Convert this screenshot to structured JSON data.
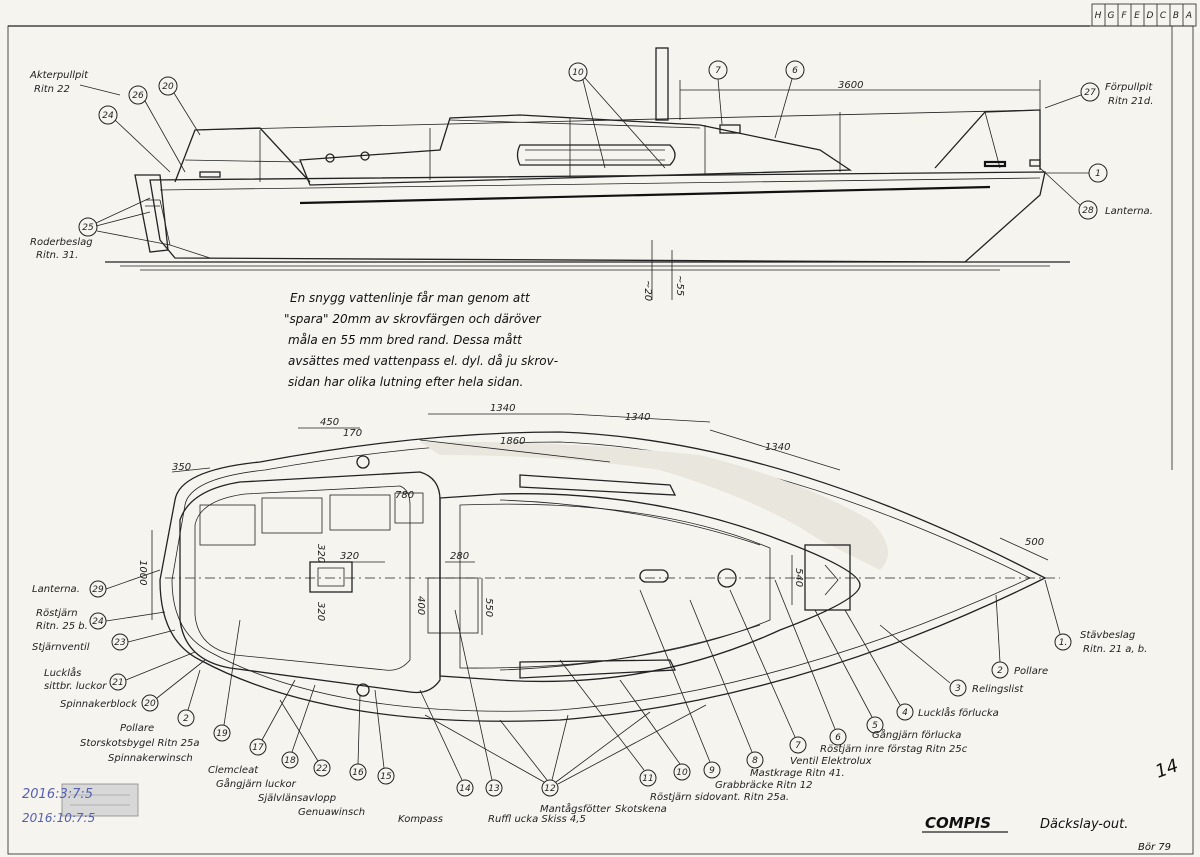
{
  "sheet": {
    "revision_letters": [
      "A",
      "B",
      "C",
      "D",
      "E",
      "F",
      "G",
      "H"
    ],
    "title": "COMPIS",
    "subtitle": "Däckslay-out.",
    "signature": "Bör 79",
    "page_mark": "14",
    "archive_stamp_1": "2016:3:7:5",
    "archive_stamp_2": "2016:10:7:5"
  },
  "note": {
    "lines": [
      "En snygg vattenlinje får man genom att",
      "\"spara\" 20mm av skrovfärgen och däröver",
      "måla en 55 mm bred rand. Dessa mått",
      "avsättes med vattenpass el. dyl. då ju skrov-",
      "sidan har olika lutning efter hela sidan."
    ]
  },
  "side_view": {
    "labels": {
      "akterpullpit": [
        "Akterpullpit",
        "Ritn 22"
      ],
      "forpullpit": [
        "Förpullpit",
        "Ritn 21d."
      ],
      "roderbeslag": [
        "Roderbeslag",
        "Ritn. 31."
      ],
      "lanterna": "Lanterna."
    },
    "dims": {
      "d3600": "3600",
      "d20": "~20",
      "d55": "~55"
    },
    "callouts": [
      "26",
      "20",
      "24",
      "25",
      "10",
      "7",
      "6",
      "27",
      "1",
      "28"
    ]
  },
  "plan_view": {
    "dims": {
      "d350": "350",
      "d450": "450",
      "d170": "170",
      "d1340a": "1340",
      "d1340b": "1340",
      "d1860": "1860",
      "d1340c": "1340",
      "d780": "780",
      "d500": "500",
      "d1000": "1000",
      "d320a": "320",
      "d320b": "320",
      "d320c": "320",
      "d280": "280",
      "d400": "400",
      "d550": "550",
      "d540": "540"
    },
    "left_labels": [
      {
        "num": "29",
        "text": [
          "Lanterna."
        ]
      },
      {
        "num": "24",
        "text": [
          "Röstjärn",
          "Ritn. 25 b."
        ]
      },
      {
        "num": "23",
        "text": [
          "Stjärnventil"
        ]
      },
      {
        "num": "21",
        "text": [
          "Lucklås",
          "sittbr. luckor"
        ]
      },
      {
        "num": "20",
        "text": [
          "Spinnakerblock"
        ]
      }
    ],
    "bottom_labels": {
      "pollare": "Pollare",
      "storskot": "Storskotsbygel Ritn 25a",
      "spinnakerwinsch": "Spinnakerwinsch",
      "clemcleat": "Clemcleat",
      "gangjarn_luckor": "Gångjärn luckor",
      "sjalvlans": "Självlänsavlopp",
      "genuawinsch": "Genuawinsch",
      "kompass": "Kompass",
      "ruffl": "Ruffl ucka Skiss 4,5",
      "mantag": "Mantågsfötter",
      "skotskena": "Skotskena",
      "rostjarn_sid": "Röstjärn sidovant. Ritn 25a.",
      "grabbracke": "Grabbräcke Ritn 12",
      "mastkrage": "Mastkrage Ritn 41.",
      "ventil": "Ventil Elektrolux",
      "rostjarn_inre": "Röstjärn inre förstag Ritn 25c",
      "gangjarn_forlucka": "Gångjärn förlucka",
      "lucklas_forlucka": "Lucklås förlucka",
      "relingslist": "Relingslist",
      "pollare2": "Pollare",
      "stavbeslag": [
        "Stävbeslag",
        "Ritn. 21 a, b."
      ]
    },
    "bottom_nums": {
      "n2": "2",
      "n19": "19",
      "n17": "17",
      "n18": "18",
      "n22": "22",
      "n16": "16",
      "n15": "15",
      "n14": "14",
      "n13": "13",
      "n12": "12",
      "n11": "11",
      "n10": "10",
      "n9": "9",
      "n8": "8",
      "n7": "7",
      "n6": "6",
      "n5": "5",
      "n4": "4",
      "n3": "3",
      "n2b": "2",
      "n1": "1."
    }
  }
}
